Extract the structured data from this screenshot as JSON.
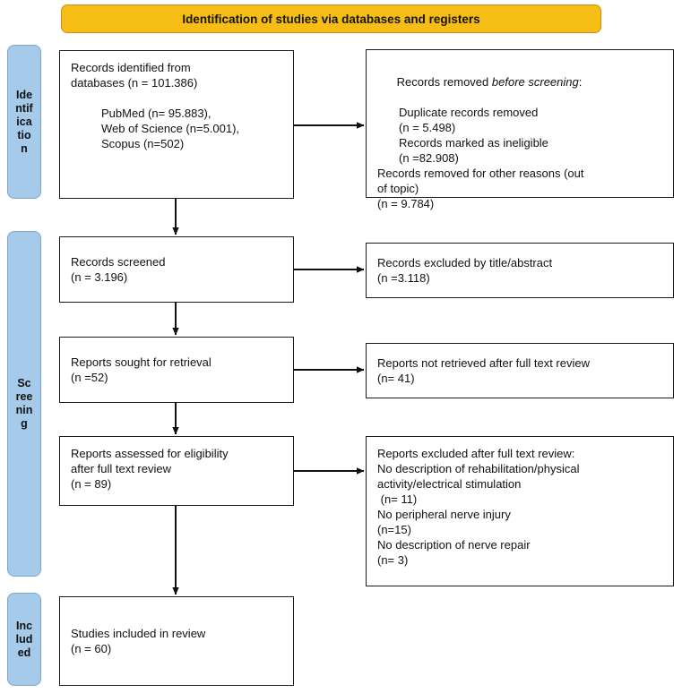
{
  "diagram": {
    "type": "prisma-flow-diagram",
    "banner": {
      "title": "Identification of studies via databases and registers",
      "color": "#F5BD16"
    },
    "stage_color": "#A6CBEA",
    "stages": [
      {
        "name": "identification",
        "label": "Identification"
      },
      {
        "name": "screening",
        "label": "Screening"
      },
      {
        "name": "included",
        "label": "Included"
      }
    ],
    "boxes": {
      "identified": {
        "line1": "Records identified from",
        "line2": "databases (n = 101.386)",
        "sources": "PubMed (n= 95.883),\nWeb of Science (n=5.001),\nScopus (n=502)"
      },
      "removed": {
        "heading_lead": "Records removed ",
        "heading_italic": "before screening",
        "heading_tail": ":",
        "items": "Duplicate records removed\n(n = 5.498)\nRecords marked as ineligible\n(n =82.908)",
        "items2": "Records removed for other reasons (out\nof topic)\n(n = 9.784)"
      },
      "screened": {
        "line1": "Records screened",
        "line2": "(n = 3.196)"
      },
      "excluded_title_abstract": {
        "line1": "Records excluded by title/abstract",
        "line2": "(n =3.118)"
      },
      "sought": {
        "line1": "Reports sought for retrieval",
        "line2": "(n =52)"
      },
      "not_retrieved": {
        "line1": "Reports not retrieved after full text review",
        "line2": "(n= 41)"
      },
      "assessed": {
        "line1": "Reports assessed for eligibility",
        "line2": "after full text review",
        "line3": "(n = 89)"
      },
      "excluded_full_text": {
        "heading": "Reports excluded after full text review:",
        "reason1": "No description of rehabilitation/physical\nactivity/electrical stimulation\n (n= 11)",
        "reason2": "No peripheral nerve injury\n(n=15)",
        "reason3": "No description of nerve repair\n(n= 3)"
      },
      "included": {
        "line1": "Studies included in review",
        "line2": "(n = 60)"
      }
    }
  }
}
